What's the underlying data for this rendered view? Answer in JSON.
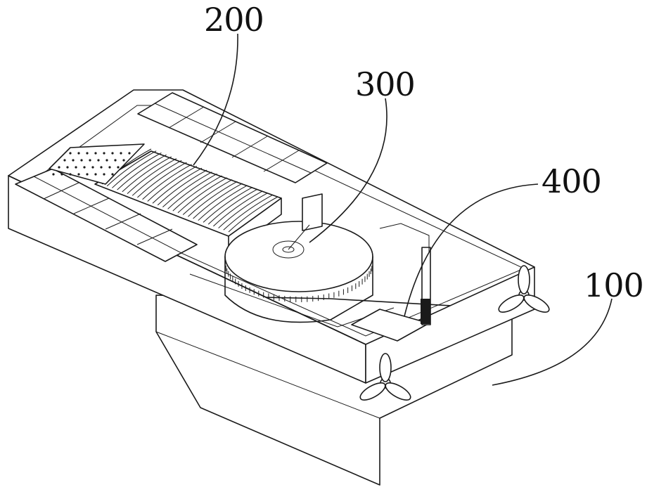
{
  "labels": {
    "device_assembly": "200",
    "rotary_unit": "300",
    "chamber": "400",
    "hull": "100"
  }
}
